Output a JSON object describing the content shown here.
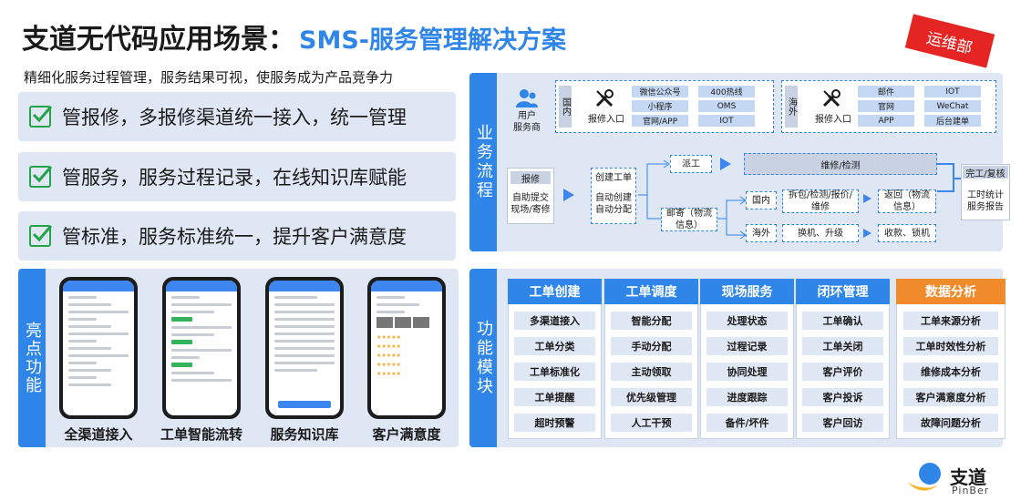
{
  "header": {
    "title": "支道无代码应用场景：",
    "subtitle_blue": "SMS-服务管理解决方案",
    "badge": "运维部",
    "tagline": "精细化服务过程管理，服务结果可视，使服务成为产品竞争力"
  },
  "bullets": [
    "管报修，多报修渠道统一接入，统一管理",
    "管服务，服务过程记录，在线知识库赋能",
    "管标准，服务标准统一，提升客户满意度"
  ],
  "highlights": {
    "label": "亮点功能",
    "captions": [
      "全渠道接入",
      "工单智能流转",
      "服务知识库",
      "客户满意度"
    ]
  },
  "flow": {
    "label": "业务流程",
    "provider": "用户\n服务商",
    "domestic": {
      "label": "国内",
      "entry": "报修入口",
      "channels": [
        "微信公众号",
        "小程序",
        "官网/APP",
        "400热线",
        "OMS",
        "IOT"
      ]
    },
    "overseas": {
      "label": "海外",
      "entry": "报修入口",
      "channels": [
        "邮件",
        "官网",
        "APP",
        "IOT",
        "WeChat",
        "后台建单"
      ]
    },
    "report_title": "报修",
    "report_body": "自助提交\n现场/寄修",
    "create_title": "创建工单",
    "create_body": "自动创建\n自动分配",
    "dispatch": "派工",
    "repair_check": "维修/检测",
    "mail": "邮寄（物流\n信息）",
    "dom": "国内",
    "dom_step": "拆包/检测/报价/\n维修",
    "return": "返回（物流\n信息）",
    "ovs": "海外",
    "ovs_step": "换机、升级",
    "receive": "收款、锁机",
    "done_title": "完工/复核",
    "done_body": "工时统计\n服务报告"
  },
  "modules": {
    "label": "功能模块",
    "columns": [
      {
        "title": "工单创建",
        "items": [
          "多渠道接入",
          "工单分类",
          "工单标准化",
          "工单提醒",
          "超时预警"
        ]
      },
      {
        "title": "工单调度",
        "items": [
          "智能分配",
          "手动分配",
          "主动领取",
          "优先级管理",
          "人工干预"
        ]
      },
      {
        "title": "现场服务",
        "items": [
          "处理状态",
          "过程记录",
          "协同处理",
          "进度跟踪",
          "备件/坏件"
        ]
      },
      {
        "title": "闭环管理",
        "items": [
          "工单确认",
          "工单关闭",
          "客户评价",
          "客户投诉",
          "客户回访"
        ]
      },
      {
        "title": "数据分析",
        "items": [
          "工单来源分析",
          "工单时效性分析",
          "维修成本分析",
          "客户满意度分析",
          "故障问题分析"
        ]
      }
    ]
  },
  "logo": {
    "brand": "支道",
    "en": "PinBer"
  },
  "colors": {
    "accent": "#2f86e8",
    "badge": "#e52424",
    "check": "#22a447",
    "highlight": "#f08a2a"
  }
}
